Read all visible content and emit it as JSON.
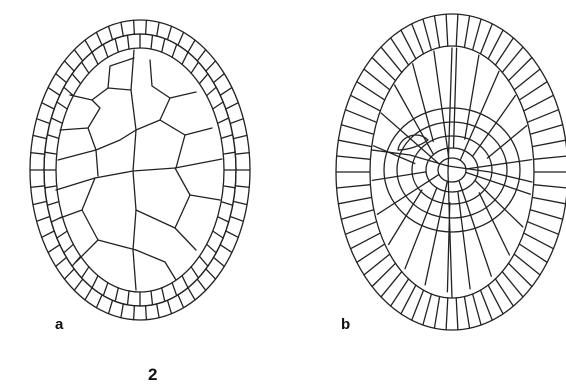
{
  "figure": {
    "number_label": "2",
    "panels": [
      {
        "label": "a"
      },
      {
        "label": "b"
      }
    ]
  },
  "colors": {
    "ink": "#222222",
    "background": "#ffffff"
  }
}
